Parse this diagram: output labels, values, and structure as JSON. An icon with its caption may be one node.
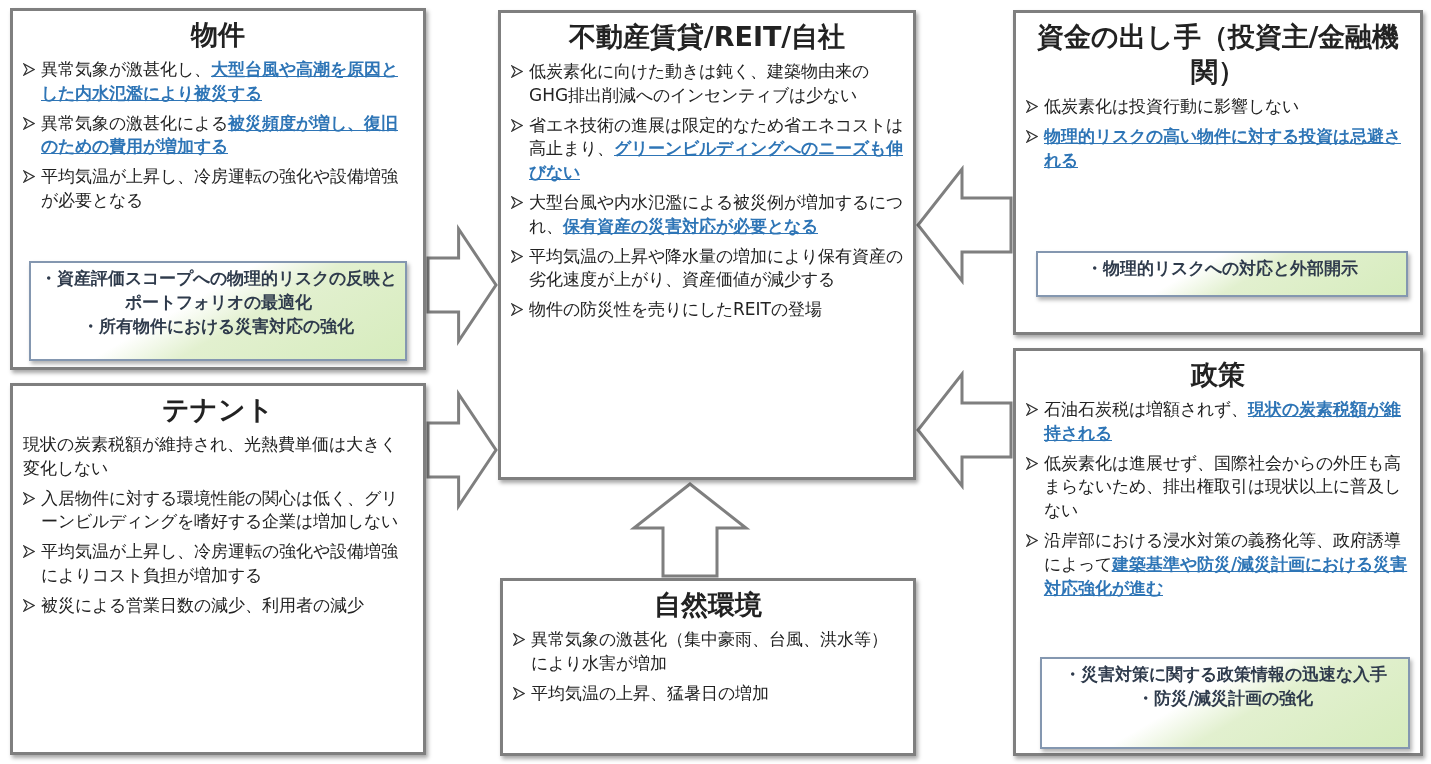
{
  "diagram": {
    "nodes": [
      {
        "text": [
          "物件",
          "異常気象が激甚化し、**大型台風や高潮を原因とした内水氾濫により被災する**",
          "異常気象の激甚化による**被災頻度が増し、復旧のための費用が増加する**",
          "平均気温が上昇し、冷房運転の強化や設備増強が必要となる"
        ]
      },
      {
        "text": [
          "・資産評価スコープへの物理的リスクの反映とポートフォリオの最適化",
          "・所有物件における災害対応の強化"
        ],
        "in": 0
      },
      {
        "text": [
          "テナント",
          "現状の炭素税額が維持され、光熱費単価は大きく変化しない",
          "入居物件に対する環境性能の関心は低く、グリーンビルディングを嗜好する企業は増加しない",
          "平均気温が上昇し、冷房運転の強化や設備増強によりコスト負担が増加する",
          "被災による営業日数の減少、利用者の減少"
        ]
      },
      {
        "text": [
          "不動産賃貸/REIT/自社",
          "低炭素化に向けた動きは鈍く、建築物由来のGHG排出削減へのインセンティブは少ない",
          "省エネ技術の進展は限定的なため省エネコストは高止まり、**グリーンビルディングへのニーズも伸びない**",
          "大型台風や内水氾濫による被災例が増加するにつれ、**保有資産の災害対応が必要となる**",
          "平均気温の上昇や降水量の増加により保有資産の劣化速度が上がり、資産価値が減少する",
          "物件の防災性を売りにしたREITの登場"
        ]
      },
      {
        "text": [
          "資金の出し手（投資主/金融機関）",
          "低炭素化は投資行動に影響しない",
          "**物理的リスクの高い物件に対する投資は忌避される**"
        ]
      },
      {
        "text": [
          "・物理的リスクへの対応と外部開示"
        ],
        "in": 4
      },
      {
        "text": [
          "政策",
          "石油石炭税は増額されず、**現状の炭素税額が維持される**",
          "低炭素化は進展せず、国際社会からの外圧も高まらないため、排出権取引は現状以上に普及しない",
          "沿岸部における浸水対策の義務化等、政府誘導によって**建築基準や防災/減災計画における災害対応強化が進む**"
        ]
      },
      {
        "text": [
          "・災害対策に関する政策情報の迅速な入手",
          "・防災/減災計画の強化"
        ],
        "in": 6
      },
      {
        "text": [
          "自然環境",
          "異常気象の激甚化（集中豪雨、台風、洪水等）により水害が増加",
          "平均気温の上昇、猛暑日の増加"
        ]
      }
    ],
    "edges": [
      {
        "from": 0,
        "to": 3,
        "arrow": "to"
      },
      {
        "from": 2,
        "to": 3,
        "arrow": "to"
      },
      {
        "from": 4,
        "to": 3,
        "arrow": "to"
      },
      {
        "from": 6,
        "to": 3,
        "arrow": "to"
      },
      {
        "from": 8,
        "to": 3,
        "arrow": "to"
      }
    ]
  }
}
